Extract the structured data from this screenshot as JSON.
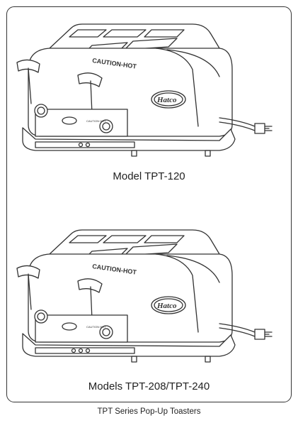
{
  "figures": [
    {
      "caption": "Model TPT-120",
      "body_label": "CAUTION-HOT",
      "logo_text": "Hatco",
      "panel_text": "CAUTION HOT"
    },
    {
      "caption": "Models TPT-208/TPT-240",
      "body_label": "CAUTION-HOT",
      "logo_text": "Hatco",
      "panel_text": "CAUTION HOT"
    }
  ],
  "footer_caption": "TPT Series Pop-Up Toasters",
  "colors": {
    "line": "#333333",
    "paper": "#ffffff"
  }
}
